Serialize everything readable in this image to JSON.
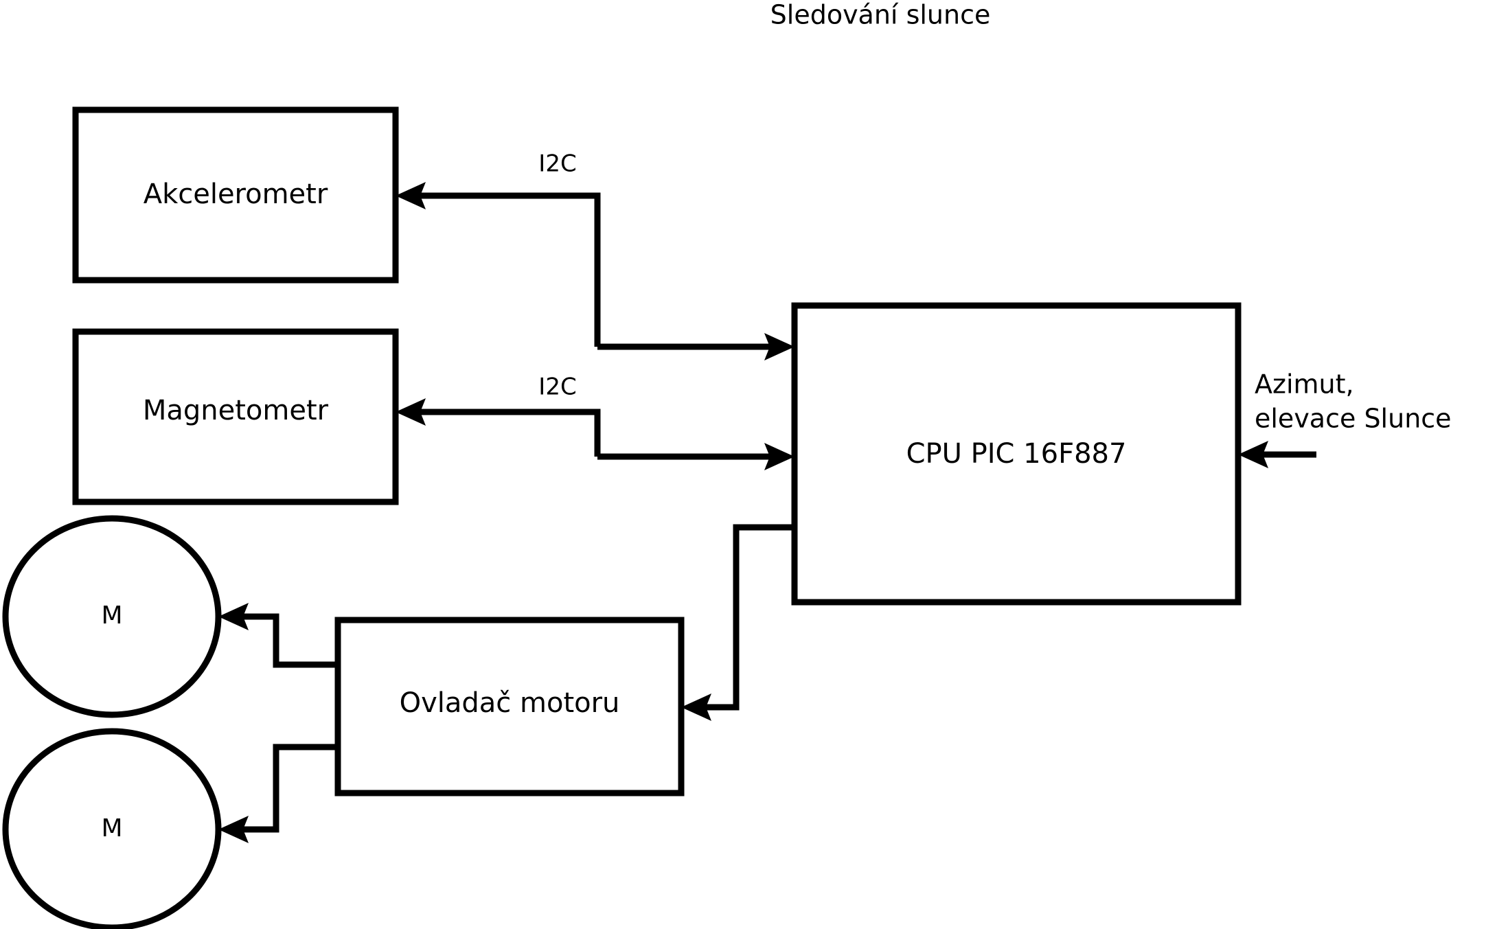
{
  "title": "Sledování slunce",
  "nodes": {
    "accelerometer": {
      "label": "Akcelerometr"
    },
    "magnetometer": {
      "label": "Magnetometr"
    },
    "cpu": {
      "label": "CPU PIC 16F887"
    },
    "motor_driver": {
      "label": "Ovladač motoru"
    },
    "motor_top": {
      "label": "M"
    },
    "motor_bottom": {
      "label": "M"
    }
  },
  "wire_labels": {
    "i2c_accelerometer": "I2C",
    "i2c_magnetometer": "I2C"
  },
  "external_input": {
    "line1": "Azimut,",
    "line2": "elevace Slunce"
  },
  "colors": {
    "stroke": "#000000",
    "fill": "#ffffff",
    "background": "#ffffff"
  }
}
